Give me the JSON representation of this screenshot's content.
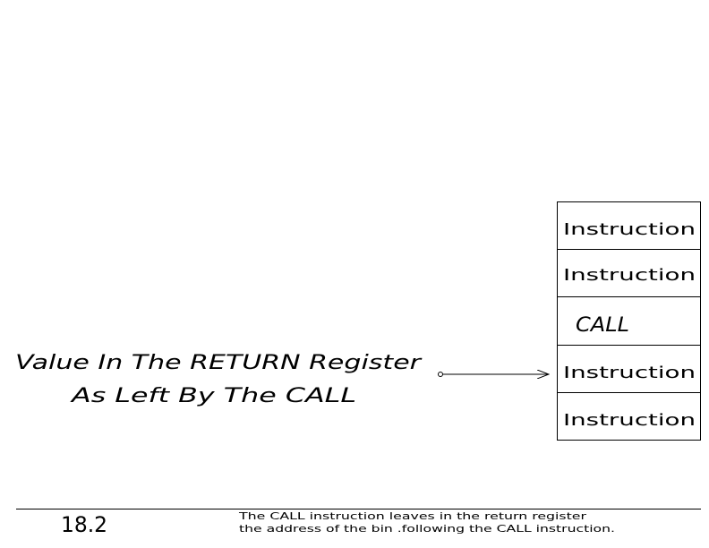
{
  "memory_cells": [
    "Instruction",
    "Instruction",
    "CALL",
    "Instruction",
    "Instruction"
  ],
  "pointer_label": {
    "line1": "Value In The RETURN Register",
    "line2": "As Left By The CALL"
  },
  "footer": {
    "figure_number": "18.2",
    "caption_line1": "The CALL instruction leaves in the return register",
    "caption_line2": "the address of the bin .following the CALL instruction."
  }
}
